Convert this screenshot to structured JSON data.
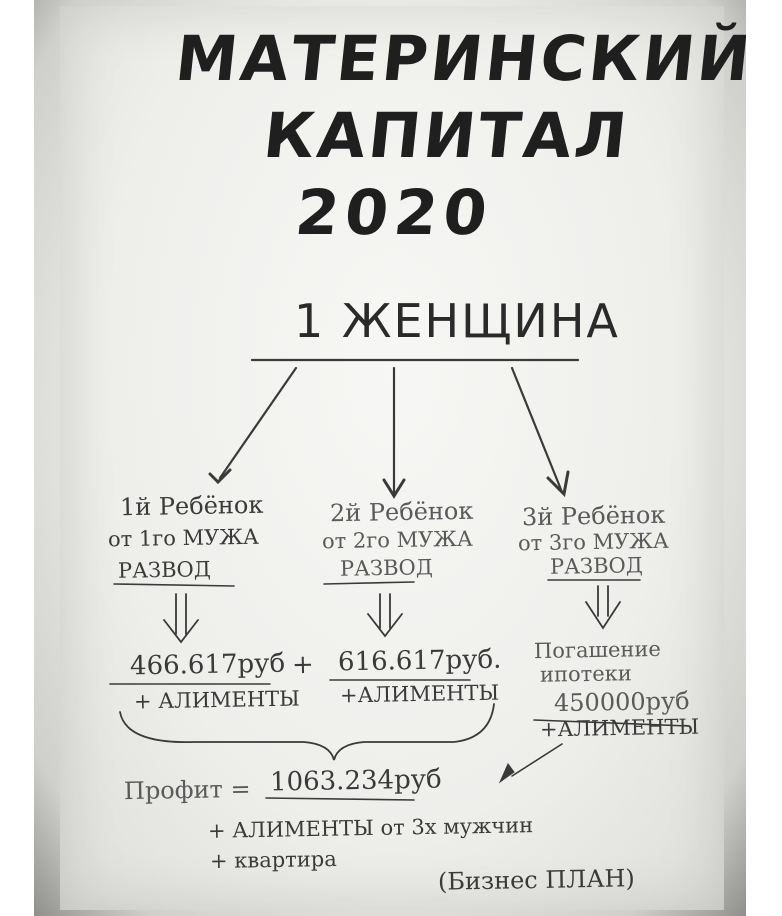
{
  "title": {
    "line1": "МАТЕРИНСКИЙ",
    "line2": "КАПИТАЛ",
    "line3": "2020"
  },
  "root": "1 ЖЕНЩИНА",
  "branches": [
    {
      "child": "1й Ребёнок",
      "source": "от 1го МУЖА",
      "event": "РАЗВОД",
      "amount": "466.617руб",
      "extra": "+ АЛИМЕНТЫ"
    },
    {
      "child": "2й Ребёнок",
      "source": "от 2го МУЖА",
      "event": "РАЗВОД",
      "amount": "616.617руб.",
      "extra": "+АЛИМЕНТЫ"
    },
    {
      "child": "3й Ребёнок",
      "source": "от 3го МУЖА",
      "event": "РАЗВОД",
      "amount_line1": "Погашение",
      "amount_line2": "ипотеки",
      "amount": "450000руб",
      "extra": "+АЛИМЕНТЫ"
    }
  ],
  "plus_sign": "+",
  "profit": {
    "label": "Профит =",
    "value": "1063.234руб",
    "extra1": "+ АЛИМЕНТЫ от 3х мужчин",
    "extra2": "+ квартира"
  },
  "footer": "(Бизнес ПЛАН)"
}
